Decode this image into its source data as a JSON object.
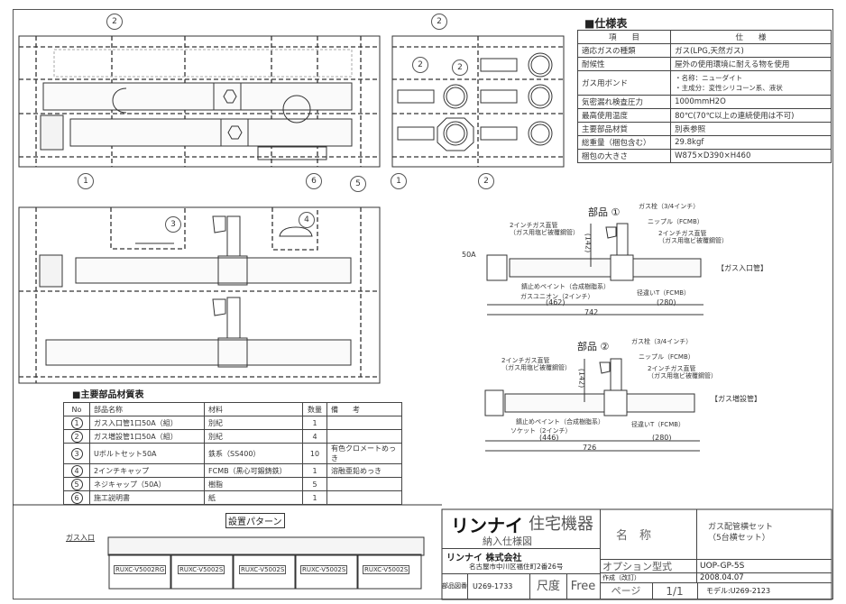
{
  "spec_table": {
    "title": "■仕様表",
    "headers": [
      "項　　目",
      "仕　　様"
    ],
    "rows": [
      {
        "item": "適応ガスの種類",
        "spec": "ガス(LPG,天然ガス)"
      },
      {
        "item": "耐候性",
        "spec": "屋外の使用環境に耐える物を使用"
      },
      {
        "item": "ガス用ボンド",
        "spec": "・名称：ニューダイト\n・主成分：変性シリコーン系、液状"
      },
      {
        "item": "気密漏れ検査圧力",
        "spec": "1000mmH2O"
      },
      {
        "item": "最高使用温度",
        "spec": "80℃(70℃以上の連続使用は不可)"
      },
      {
        "item": "主要部品材質",
        "spec": "別表参照"
      },
      {
        "item": "総重量（梱包含む）",
        "spec": "29.8kgf"
      },
      {
        "item": "梱包の大きさ",
        "spec": "W875×D390×H460"
      }
    ]
  },
  "parts_table": {
    "title": "■主要部品材質表",
    "headers": [
      "No",
      "部品名称",
      "材料",
      "数量",
      "備　　考"
    ],
    "rows": [
      {
        "no": "1",
        "name": "ガス入口管1口50A（組）",
        "material": "別紀",
        "qty": "1",
        "note": ""
      },
      {
        "no": "2",
        "name": "ガス増設管1口50A（組）",
        "material": "別紀",
        "qty": "4",
        "note": ""
      },
      {
        "no": "3",
        "name": "Uボルトセット50A",
        "material": "鉄系（SS400）",
        "qty": "10",
        "note": "有色クロメートめっき"
      },
      {
        "no": "4",
        "name": "2インチキャップ",
        "material": "FCMB（黒心可鍛鋳鉄）",
        "qty": "1",
        "note": "溶融亜鉛めっき"
      },
      {
        "no": "5",
        "name": "ネジキャップ（50A）",
        "material": "樹脂",
        "qty": "5",
        "note": ""
      },
      {
        "no": "6",
        "name": "施工説明書",
        "material": "紙",
        "qty": "1",
        "note": ""
      }
    ]
  },
  "part1_drawing": {
    "title": "部品 ①",
    "category": "【ガス入口管】",
    "labels": {
      "valve": "ガス栓（3/4インチ）",
      "nipple": "ニップル（FCMB）",
      "pipe_left": "2インチガス直管\n（ガス用塩ビ被覆鋼管）",
      "pipe_right": "2インチガス直管\n（ガス用塩ビ被覆鋼管）",
      "size": "50A",
      "paint": "錆止めペイント（合成樹脂系）",
      "union": "ガスユニオン（2インチ）",
      "tee": "径違いT（FCMB）",
      "height": "(142)",
      "dim_left": "(462)",
      "dim_right": "(280)",
      "dim_total": "742"
    }
  },
  "part2_drawing": {
    "title": "部品 ②",
    "category": "【ガス増設管】",
    "labels": {
      "valve": "ガス栓（3/4インチ）",
      "nipple": "ニップル（FCMB）",
      "pipe_left": "2インチガス直管\n（ガス用塩ビ被覆鋼管）",
      "pipe_right": "2インチガス直管\n（ガス用塩ビ被覆鋼管）",
      "paint": "錆止めペイント（合成樹脂系）",
      "socket": "ソケット（2インチ）",
      "tee": "径違いT（FCMB）",
      "height": "(142)",
      "dim_left": "(446)",
      "dim_right": "(280)",
      "dim_total": "726"
    }
  },
  "install_pattern": {
    "title": "設置パターン",
    "inlet_label": "ガス入口",
    "units": [
      "RUXC-V5002RG",
      "RUXC-V5002S",
      "RUXC-V5002S",
      "RUXC-V5002S",
      "RUXC-V5002S"
    ]
  },
  "callouts": {
    "top_left": [
      "2",
      "1",
      "6",
      "5"
    ],
    "top_right": [
      "2",
      "2",
      "2",
      "1",
      "2"
    ],
    "mid_left": [
      "3",
      "4"
    ]
  },
  "title_block": {
    "brand": "リンナイ",
    "brand_sub": "住宅機器",
    "doc_type": "納入仕様図",
    "company": "リンナイ 株式会社",
    "address": "名古屋市中川区福住町2番26号",
    "name_label": "名　称",
    "name_value": "ガス配管横セット\n（5台横セット）",
    "option_label": "オプション型式",
    "option_value": "UOP-GP-5S",
    "created_label": "作成（改訂）",
    "created_value": "2008.04.07",
    "parts_no_label": "部品図番",
    "parts_no_value": "U269-1733",
    "scale_label": "尺度",
    "scale_value": "Free",
    "page_label": "ページ",
    "page_value": "1/1",
    "model_value": "モデル:U269-2123"
  }
}
